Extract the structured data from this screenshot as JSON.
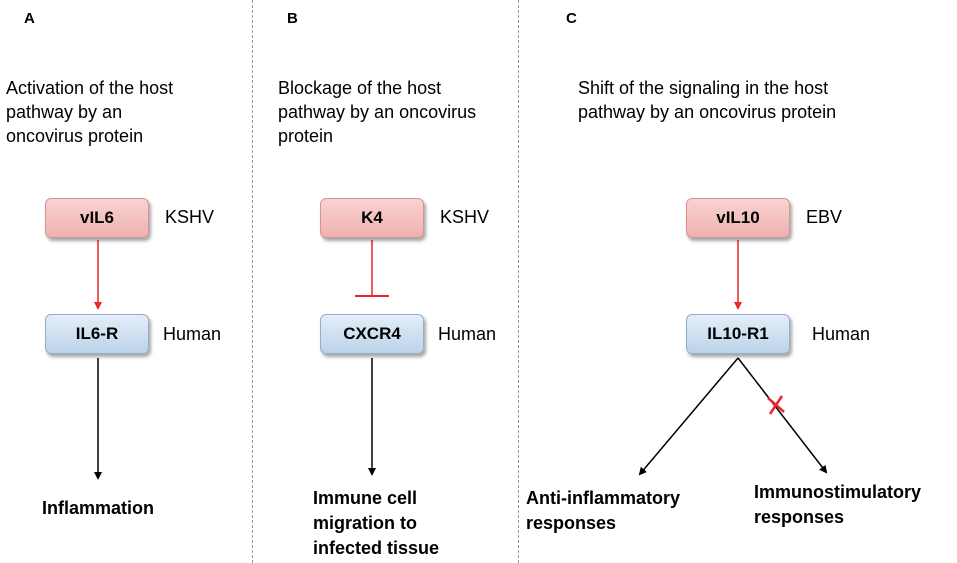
{
  "panels": [
    {
      "letter": "A",
      "description_lines": [
        "Activation of the host",
        "pathway by an",
        "oncovirus protein"
      ],
      "viral_protein": "vIL6",
      "viral_origin": "KSHV",
      "host_receptor": "IL6-R",
      "host_origin": "Human",
      "outcome_lines": [
        "Inflammation"
      ],
      "colors": {
        "activation_arrow": "#e8262b",
        "signal_arrow": "#000000"
      }
    },
    {
      "letter": "B",
      "description_lines": [
        "Blockage of the host",
        "pathway by an oncovirus",
        "protein"
      ],
      "viral_protein": "K4",
      "viral_origin": "KSHV",
      "host_receptor": "CXCR4",
      "host_origin": "Human",
      "outcome_lines": [
        "Immune cell",
        "migration to",
        "infected tissue"
      ],
      "colors": {
        "inhibition_bar": "#e8262b",
        "signal_arrow": "#000000"
      }
    },
    {
      "letter": "C",
      "description_lines": [
        "Shift of the signaling in the host",
        "pathway by an oncovirus protein"
      ],
      "viral_protein": "vIL10",
      "viral_origin": "EBV",
      "host_receptor": "IL10-R1",
      "host_origin": "Human",
      "outcome_left_lines": [
        "Anti-inflammatory",
        "responses"
      ],
      "outcome_right_lines": [
        "Immunostimulatory",
        "responses"
      ],
      "colors": {
        "activation_arrow": "#e8262b",
        "blocked_mark": "#e8262b",
        "signal_arrow": "#000000"
      }
    }
  ],
  "colors": {
    "viral_box": "#f2c2c1",
    "host_box": "#cfe0f1",
    "divider": "#9a9a9a"
  }
}
